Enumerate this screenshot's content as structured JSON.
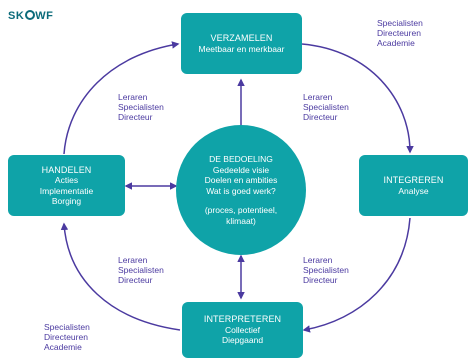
{
  "logo": {
    "part1": "SK",
    "part2": "WF"
  },
  "colors": {
    "teal": "#0fa3a8",
    "arrow": "#4b3aa0",
    "label": "#4b3aa0"
  },
  "nodes": {
    "verzamelen": {
      "title": "VERZAMELEN",
      "lines": [
        "Meetbaar en merkbaar"
      ]
    },
    "integreren": {
      "title": "INTEGREREN",
      "lines": [
        "Analyse"
      ]
    },
    "interpreteren": {
      "title": "INTERPRETEREN",
      "lines": [
        "Collectief",
        "Diepgaand"
      ]
    },
    "handelen": {
      "title": "HANDELEN",
      "lines": [
        "Acties",
        "Implementatie",
        "Borging"
      ]
    },
    "center": {
      "title": "DE BEDOELING",
      "lines": [
        "Gedeelde visie",
        "Doelen en ambities",
        "Wat is goed werk?"
      ],
      "note": [
        "(proces, potentieel,",
        "klimaat)"
      ]
    }
  },
  "labels": {
    "top_right": [
      "Specialisten",
      "Directeuren",
      "Academie"
    ],
    "bottom_left": [
      "Specialisten",
      "Directeuren",
      "Academie"
    ],
    "upper_left": [
      "Leraren",
      "Specialisten",
      "Directeur"
    ],
    "upper_right": [
      "Leraren",
      "Specialisten",
      "Directeur"
    ],
    "lower_left": [
      "Leraren",
      "Specialisten",
      "Directeur"
    ],
    "lower_right": [
      "Leraren",
      "Specialisten",
      "Directeur"
    ]
  }
}
